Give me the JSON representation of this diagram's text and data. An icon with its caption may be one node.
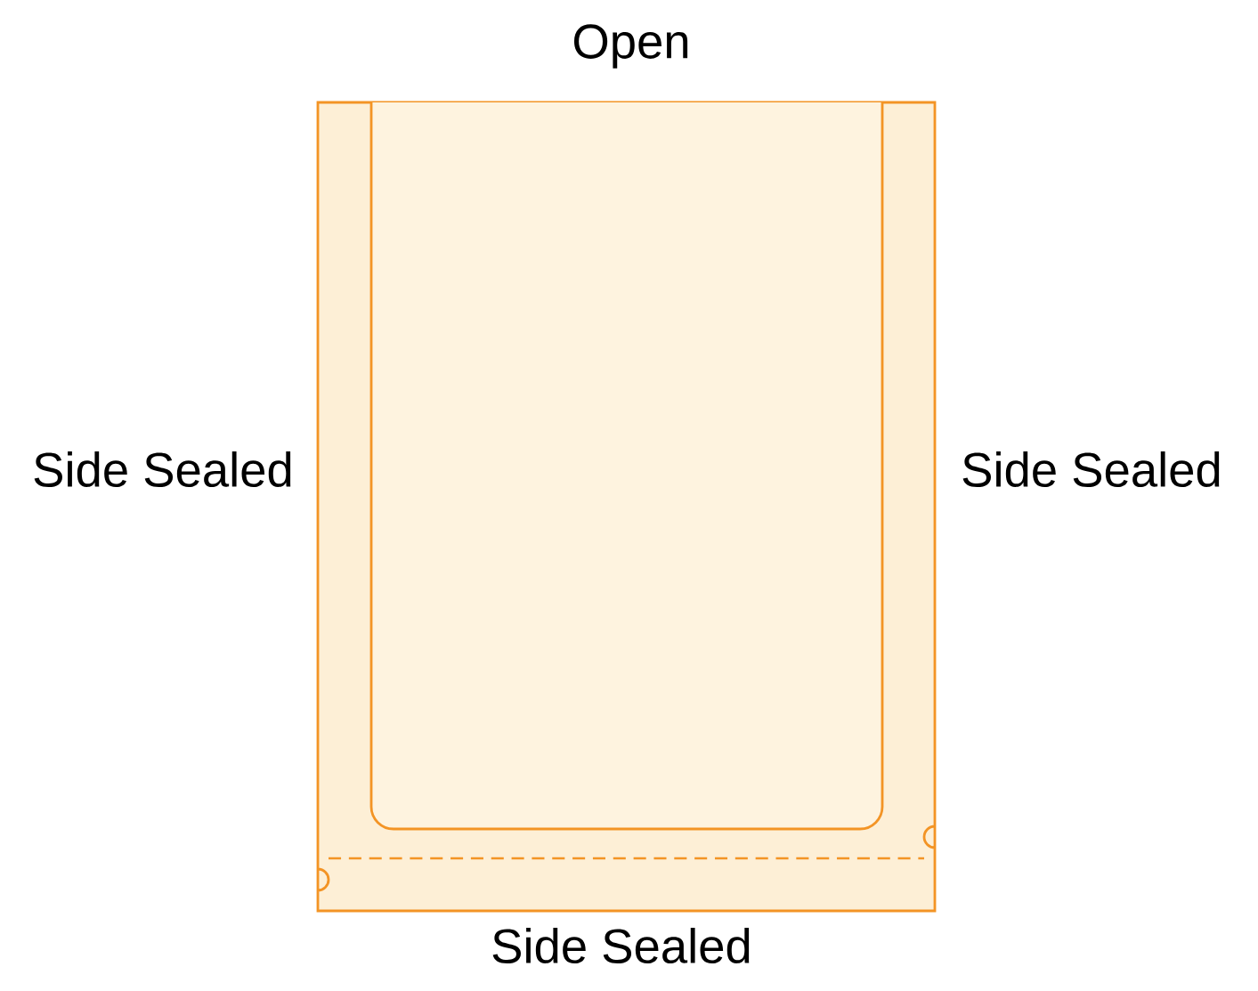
{
  "diagram": {
    "labels": [
      "Open",
      "Side Sealed",
      "Side Sealed",
      "Side Sealed"
    ]
  }
}
